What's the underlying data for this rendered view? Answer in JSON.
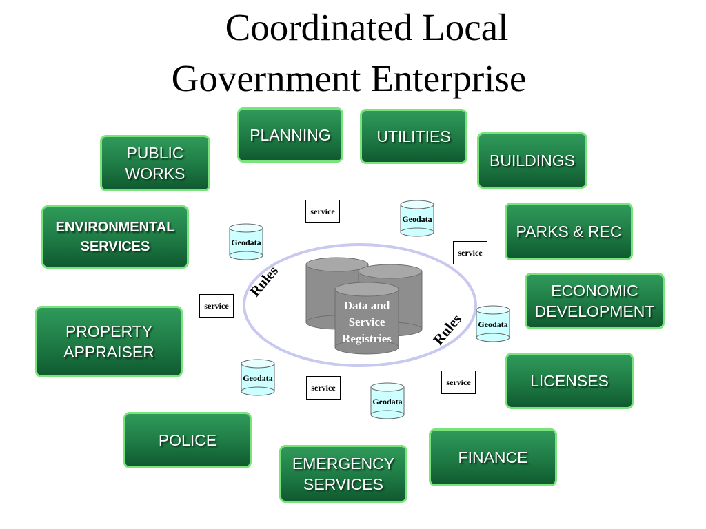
{
  "title": {
    "line1": "Coordinated Local",
    "line2": "Government Enterprise"
  },
  "departments": {
    "planning": "PLANNING",
    "utilities": "UTILITIES",
    "public_works": "PUBLIC\nWORKS",
    "buildings": "BUILDINGS",
    "environmental_services": "ENVIRONMENTAL\nSERVICES",
    "parks_rec": "PARKS & REC",
    "economic_development": "ECONOMIC\nDEVELOPMENT",
    "property_appraiser": "PROPERTY\nAPPRAISER",
    "licenses": "LICENSES",
    "police": "POLICE",
    "finance": "FINANCE",
    "emergency_services": "EMERGENCY\nSERVICES"
  },
  "center": {
    "label": "Data and\nService\nRegistries",
    "rules_label": "Rules"
  },
  "service_label": "service",
  "geodata_label": "Geodata",
  "colors": {
    "box_border": "#7be37b",
    "box_fill": "#1e7a44",
    "ellipse": "#c8c8f0",
    "cylinder": "#9a9a9a",
    "geodata": "#ccffff"
  }
}
